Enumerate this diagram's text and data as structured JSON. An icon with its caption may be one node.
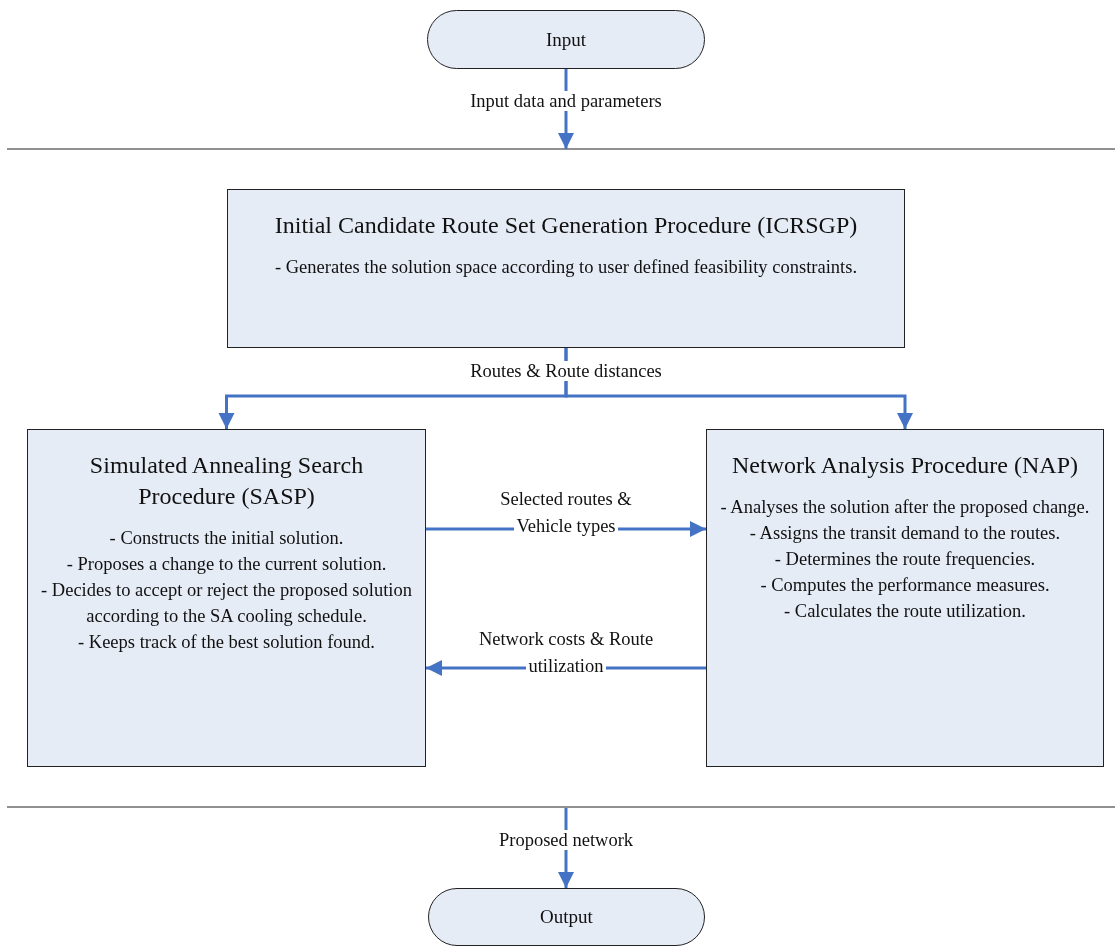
{
  "diagram": {
    "nodes": [
      {
        "text": [
          "Input"
        ]
      },
      {
        "text": [
          "Initial Candidate Route Set Generation Procedure (ICRSGP)",
          "- Generates the solution space according to user defined feasibility constraints."
        ]
      },
      {
        "text": [
          "Simulated Annealing Search Procedure (SASP)",
          "- Constructs the initial solution.",
          "- Proposes a change to the current solution.",
          "- Decides to accept or reject the proposed solution according to the SA cooling schedule.",
          "- Keeps track of the best solution found."
        ]
      },
      {
        "text": [
          "Network Analysis Procedure (NAP)",
          "- Analyses the solution after the proposed change.",
          "- Assigns the transit demand to the routes.",
          "- Determines the route frequencies.",
          "- Computes the performance measures.",
          "- Calculates the route utilization."
        ]
      },
      {
        "text": [
          "Output"
        ]
      }
    ],
    "edges": [
      {
        "from": 0,
        "to": null,
        "arrow": "to",
        "label": "Input data and parameters"
      },
      {
        "from": 1,
        "to": 2,
        "arrow": "to",
        "label": "Routes & Route distances"
      },
      {
        "from": 1,
        "to": 3,
        "arrow": "to"
      },
      {
        "from": 2,
        "to": 3,
        "arrow": "to",
        "label": "Selected routes & Vehicle types"
      },
      {
        "from": 3,
        "to": 2,
        "arrow": "to",
        "label": "Network costs & Route utilization"
      },
      {
        "from": null,
        "to": 4,
        "arrow": "to",
        "label": "Proposed network"
      }
    ]
  }
}
